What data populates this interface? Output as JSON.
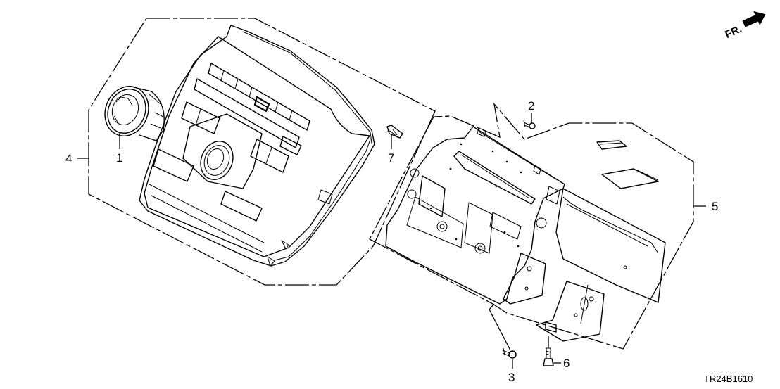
{
  "diagram": {
    "title": "Audio unit / control panel exploded parts view",
    "direction_indicator": {
      "label": "FR.",
      "icon": "arrow-right-icon"
    },
    "drawing_code": "TR24B1610",
    "callouts": [
      {
        "id": "1",
        "label": "1",
        "part": "knob"
      },
      {
        "id": "2",
        "label": "2",
        "part": "screw"
      },
      {
        "id": "3",
        "label": "3",
        "part": "screw"
      },
      {
        "id": "4",
        "label": "4",
        "part": "control panel assembly"
      },
      {
        "id": "5",
        "label": "5",
        "part": "audio unit assembly"
      },
      {
        "id": "6",
        "label": "6",
        "part": "bolt"
      },
      {
        "id": "7",
        "label": "7",
        "part": "clip"
      }
    ]
  }
}
